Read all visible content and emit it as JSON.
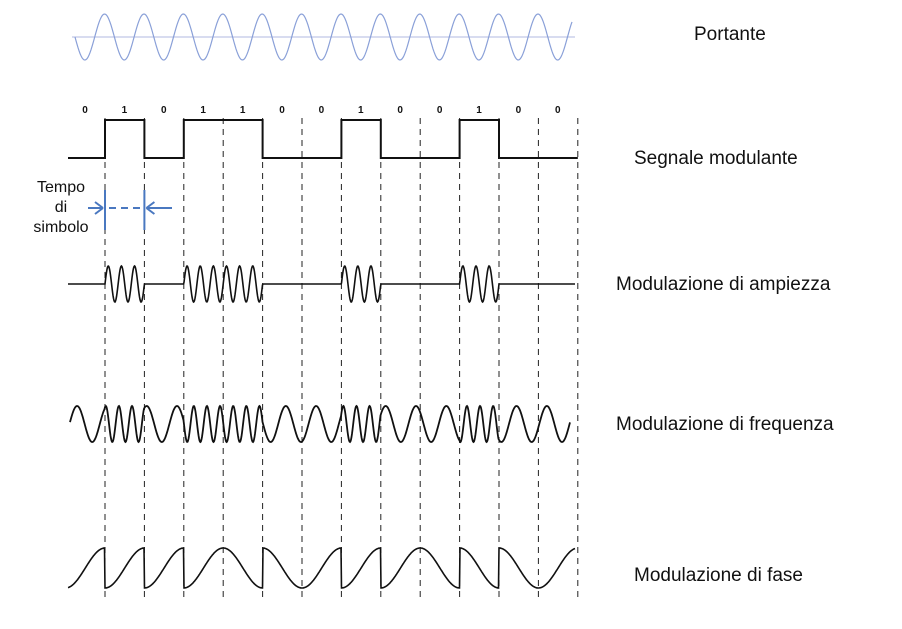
{
  "labels": {
    "carrier": "Portante",
    "modulating": "Segnale modulante",
    "am": "Modulazione di ampiezza",
    "fm": "Modulazione di frequenza",
    "pm": "Modulazione di fase"
  },
  "symbol_time": {
    "line1": "Tempo",
    "line2": "di",
    "line3": "simbolo"
  },
  "bits": [
    "0",
    "1",
    "0",
    "1",
    "1",
    "0",
    "0",
    "1",
    "0",
    "0",
    "1",
    "0",
    "0"
  ],
  "colors": {
    "carrier_wave": "#8aa0d8",
    "carrier_axis": "#b0b8e0",
    "signal": "#111111",
    "arrow": "#4a78c0"
  }
}
